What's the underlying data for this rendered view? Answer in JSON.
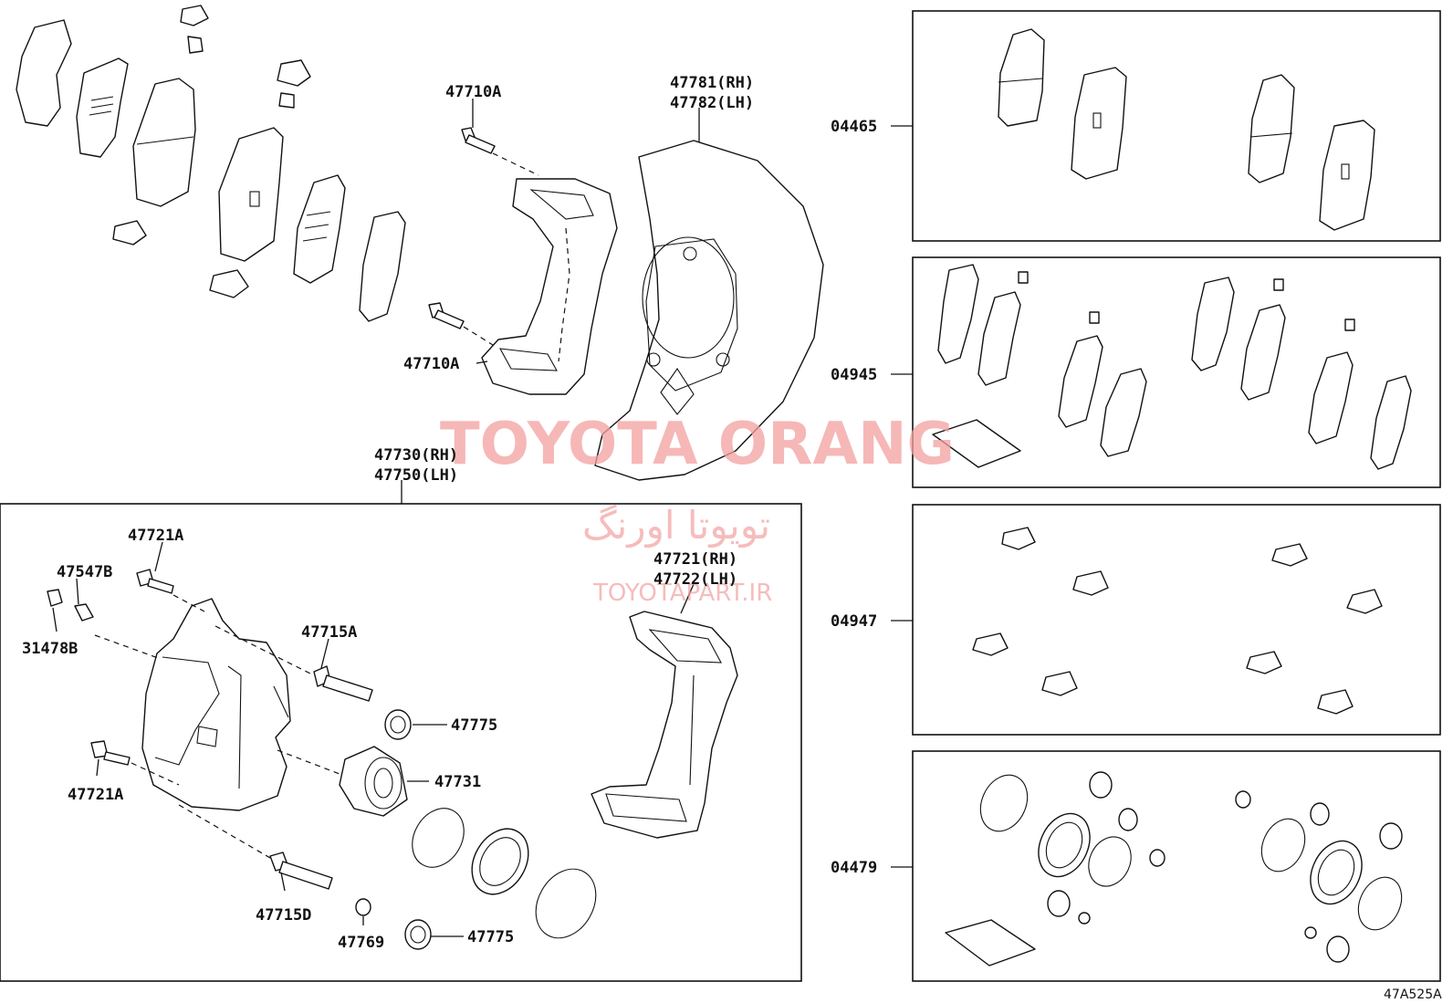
{
  "labels": {
    "l47710a_top": "47710A",
    "l47710a_bot": "47710A",
    "l47781": "47781(RH)",
    "l47782": "47782(LH)",
    "l47730": "47730(RH)",
    "l47750": "47750(LH)",
    "l47721a_top": "47721A",
    "l47547b": "47547B",
    "l31478b": "31478B",
    "l47715a": "47715A",
    "l47775_top": "47775",
    "l47731": "47731",
    "l47721a_bot": "47721A",
    "l47715d": "47715D",
    "l47769": "47769",
    "l47775_bot": "47775",
    "l47721": "47721(RH)",
    "l47722": "47722(LH)",
    "kit_04465": "04465",
    "kit_04945": "04945",
    "kit_04947": "04947",
    "kit_04479": "04479",
    "diagram_code": "47A525A"
  },
  "watermark": {
    "brand": "TOYOTA ORANG",
    "persian": "تویوتا اورنگ",
    "site": "TOYOTAPART.IR"
  },
  "colors": {
    "line": "#111111",
    "watermark": "#f3a0a0",
    "background": "#ffffff"
  }
}
